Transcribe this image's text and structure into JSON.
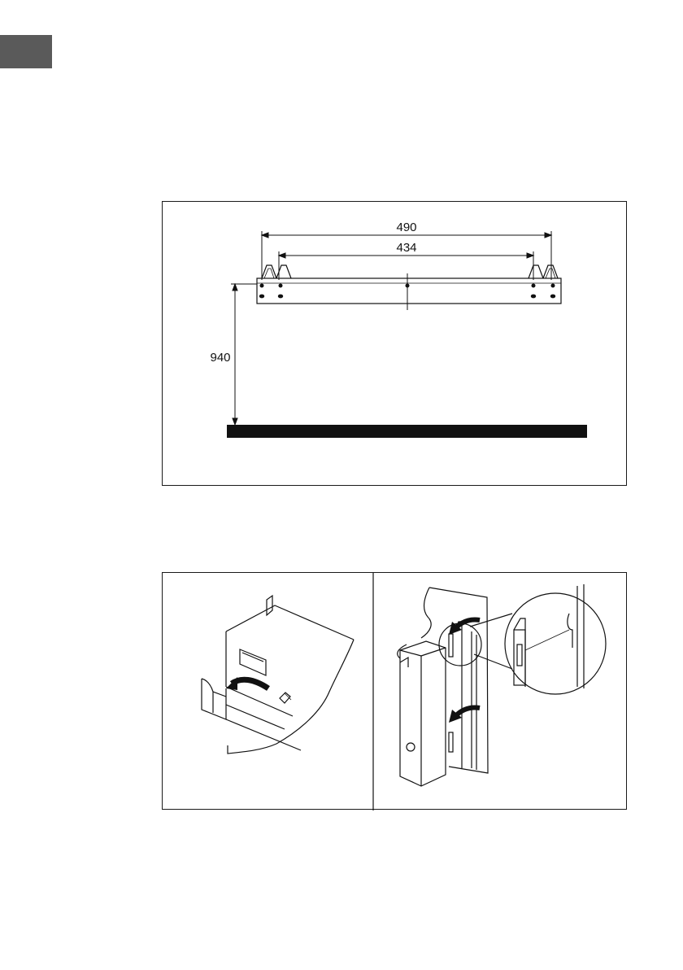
{
  "language_tab": {
    "color": "#5a5a5a"
  },
  "figure1": {
    "dimensions": {
      "outer_width": "490",
      "inner_width": "434",
      "mount_height": "940"
    }
  },
  "figure2": {
    "left_icon": "hook-release-arrow-icon",
    "right_icon": "wall-hang-arrow-icon"
  }
}
